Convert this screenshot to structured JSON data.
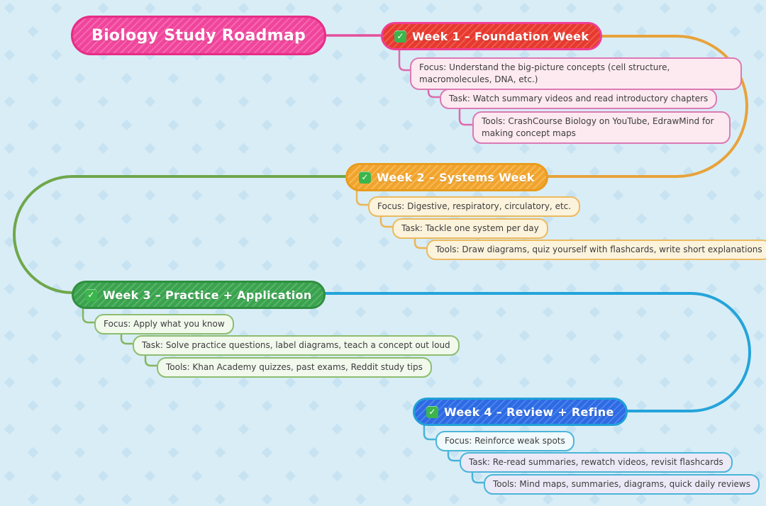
{
  "title": {
    "label": "Biology Study Roadmap"
  },
  "check_glyph": "✓",
  "palette": {
    "background": "#d9edf6",
    "diamond": "#c7e3f2",
    "title_pink": "#ef459b",
    "week1_red": "#e6392f",
    "week1_border_pink": "#ee3f94",
    "week2_orange": "#f1a32e",
    "week3_green": "#3ba24f",
    "week4_blue": "#2d6ae3",
    "week4_border_cyan": "#20a0d8",
    "checkmark_green": "#3cb54d"
  },
  "branches": [
    {
      "label": "Week 1 – Foundation Week",
      "children": [
        "Focus: Understand the big-picture concepts (cell structure, macromolecules, DNA, etc.)",
        "Task: Watch summary videos and read introductory chapters",
        "Tools: CrashCourse Biology on YouTube, EdrawMind for making concept maps"
      ]
    },
    {
      "label": "Week 2 – Systems Week",
      "children": [
        "Focus: Digestive, respiratory, circulatory, etc.",
        "Task: Tackle one system per day",
        "Tools: Draw diagrams, quiz yourself with flashcards, write short explanations"
      ]
    },
    {
      "label": "Week 3 – Practice + Application",
      "children": [
        "Focus: Apply what you know",
        "Task: Solve practice questions, label diagrams, teach a concept out loud",
        "Tools: Khan Academy quizzes, past exams, Reddit study tips"
      ]
    },
    {
      "label": "Week 4 – Review + Refine",
      "children": [
        "Focus: Reinforce weak spots",
        "Task: Re-read summaries, rewatch videos, revisit flashcards",
        "Tools: Mind maps, summaries, diagrams, quick daily reviews"
      ]
    }
  ]
}
